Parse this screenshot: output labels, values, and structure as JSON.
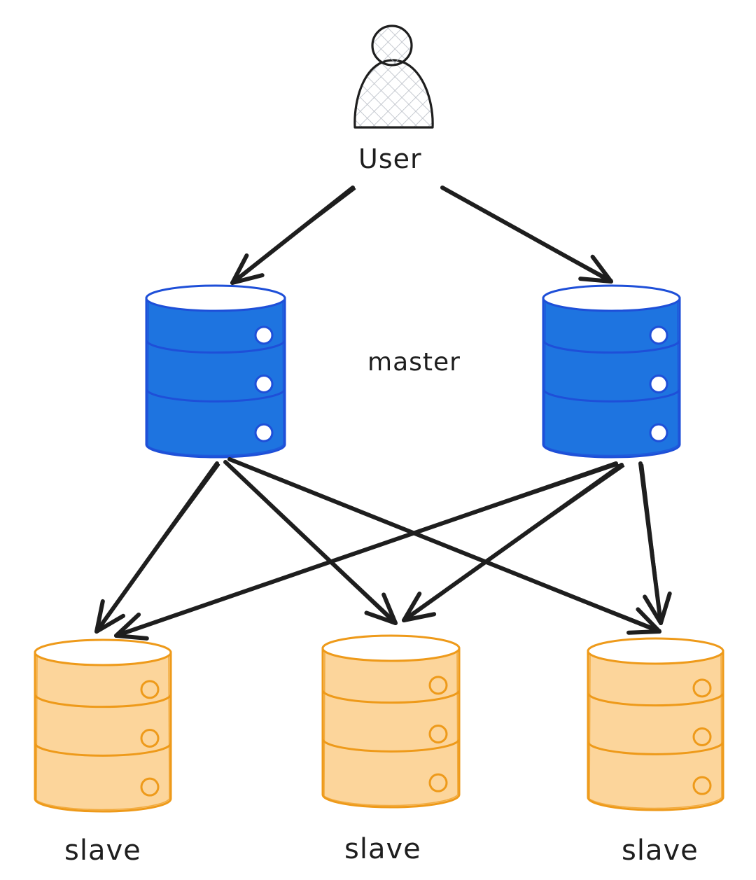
{
  "user": {
    "label": "User",
    "icon": "user-icon",
    "fill": "#e7e9ec",
    "stroke": "#1e1e1e"
  },
  "master_label": "master",
  "slave_labels": [
    "slave",
    "slave",
    "slave"
  ],
  "colors": {
    "master_fill": "#1e74e0",
    "master_stroke": "#1e4fd8",
    "slave_fill": "#fcd59b",
    "slave_stroke": "#ee9a1a",
    "arrow": "#1e1e1e",
    "cap": "#ffffff"
  },
  "icons": {
    "master": "database-icon",
    "slave": "database-icon",
    "arrow": "arrow-icon"
  }
}
